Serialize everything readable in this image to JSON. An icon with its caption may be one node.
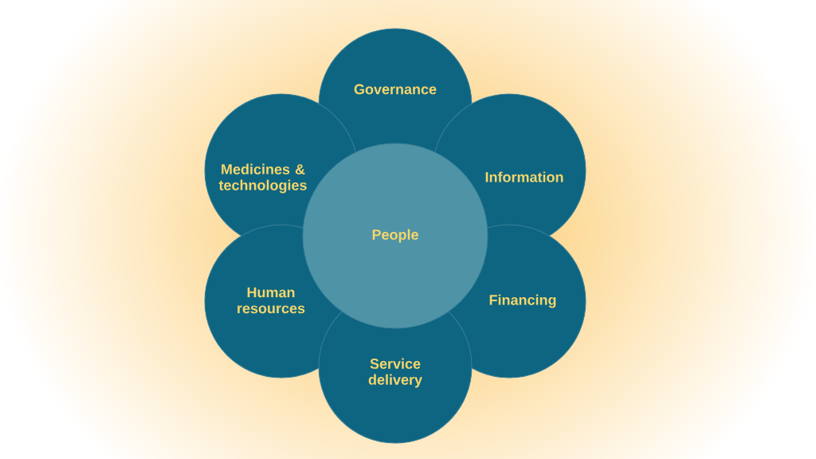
{
  "diagram": {
    "nodes": [
      {
        "text": [
          "Governance"
        ]
      },
      {
        "text": [
          "Medicines & technologies"
        ]
      },
      {
        "text": [
          "Information"
        ]
      },
      {
        "text": [
          "People"
        ]
      },
      {
        "text": [
          "Human resources"
        ]
      },
      {
        "text": [
          "Financing"
        ]
      },
      {
        "text": [
          "Service delivery"
        ]
      }
    ]
  }
}
